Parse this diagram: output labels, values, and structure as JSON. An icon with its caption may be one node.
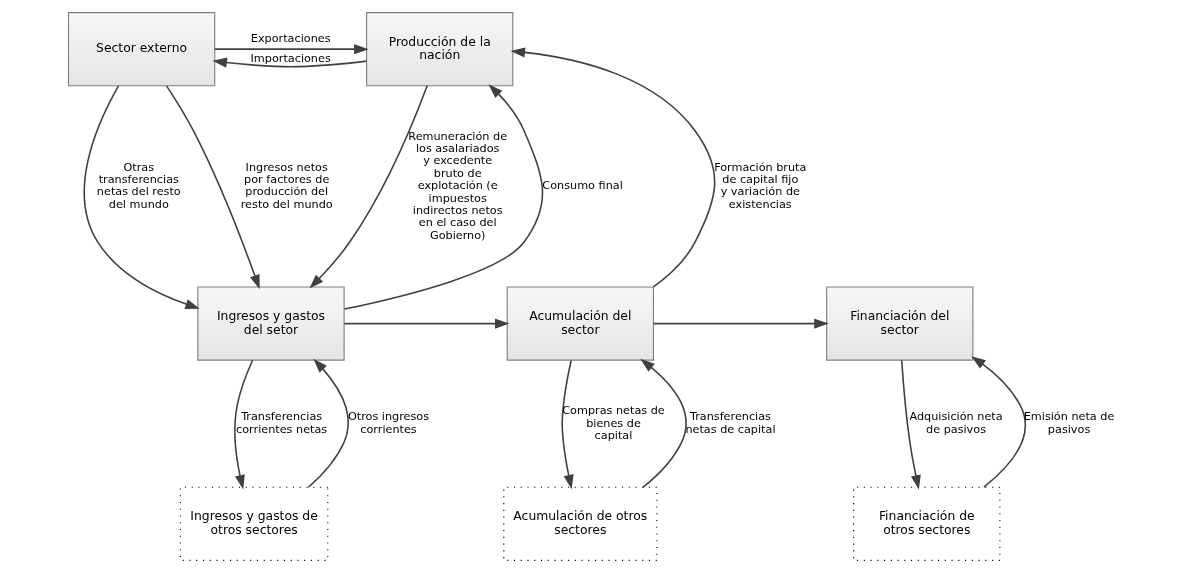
{
  "diagram": {
    "nodes": [
      {
        "text": [
          "Sector externo"
        ]
      },
      {
        "text": [
          "Producción de la nación"
        ]
      },
      {
        "text": [
          "Ingresos y gastos del setor"
        ]
      },
      {
        "text": [
          "Acumulación del sector"
        ]
      },
      {
        "text": [
          "Financiación del sector"
        ]
      },
      {
        "text": [
          "Ingresos y gastos de otros sectores"
        ]
      },
      {
        "text": [
          "Acumulación de otros sectores"
        ]
      },
      {
        "text": [
          "Financiación de otros sectores"
        ]
      }
    ],
    "edges": [
      {
        "from": 0,
        "to": 1,
        "arrow": "to",
        "label": "Exportaciones"
      },
      {
        "from": 1,
        "to": 0,
        "arrow": "to",
        "label": "Importaciones"
      },
      {
        "from": 1,
        "to": 2,
        "arrow": "to",
        "label": "Remuneración de los asalariados y excedente bruto de explotación (e impuestos indirectos netos en el caso del Gobierno)"
      },
      {
        "from": 2,
        "to": 1,
        "arrow": "to",
        "label": "Consumo final"
      },
      {
        "from": 3,
        "to": 1,
        "arrow": "to",
        "label": "Formación bruta de capital fijo y variación de existencias"
      },
      {
        "from": 0,
        "to": 2,
        "arrow": "to",
        "label": "Otras transferencias netas del resto del mundo"
      },
      {
        "from": 0,
        "to": 2,
        "arrow": "to",
        "label": "Ingresos netos por factores de producción del resto del mundo"
      },
      {
        "from": 2,
        "to": 3,
        "arrow": "to"
      },
      {
        "from": 3,
        "to": 4,
        "arrow": "to"
      },
      {
        "from": 5,
        "to": 2,
        "arrow": "to",
        "label": "Otros ingresos corrientes"
      },
      {
        "from": 2,
        "to": 5,
        "arrow": "to",
        "label": "Transferencias corrientes netas"
      },
      {
        "from": 6,
        "to": 3,
        "arrow": "to",
        "label": "Transferencias netas de capital"
      },
      {
        "from": 3,
        "to": 6,
        "arrow": "to",
        "label": "Compras netas de bienes de capital"
      },
      {
        "from": 7,
        "to": 4,
        "arrow": "to",
        "label": "Emisión neta de pasivos"
      },
      {
        "from": 4,
        "to": 7,
        "arrow": "to",
        "label": "Adquisición neta de pasivos"
      }
    ]
  }
}
